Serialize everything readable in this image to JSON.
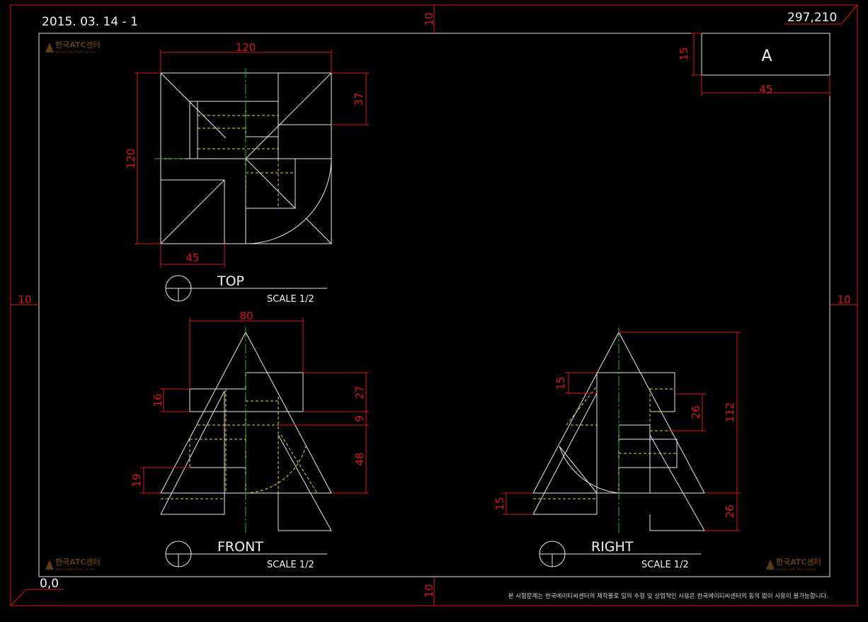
{
  "sheet": {
    "header_id": "2015. 03. 14 - 1",
    "size": "297,210",
    "origin": "0,0",
    "title_block_letter": "A",
    "copyright": "본 시험문제는 한국에이티씨센터의 제작물로 임의 수정 및 상업적인 사용은 한국에이티씨센터의 동의 없이 사용이 불가능합니다.",
    "logo_text": "한국ATC센터",
    "logo_sub": "Authorized Test Center"
  },
  "views": {
    "top": {
      "label": "TOP",
      "scale": "SCALE 1/2"
    },
    "front": {
      "label": "FRONT",
      "scale": "SCALE 1/2"
    },
    "right": {
      "label": "RIGHT",
      "scale": "SCALE 1/2"
    }
  },
  "dimensions": {
    "top_margin": "10",
    "bottom_margin": "10",
    "left_margin": "10",
    "right_margin": "10",
    "title_h": "15",
    "title_w": "45",
    "top_w": "120",
    "top_h": "120",
    "top_37": "37",
    "top_45": "45",
    "front_80": "80",
    "front_27": "27",
    "front_9": "9",
    "front_48": "48",
    "front_16": "16",
    "front_19": "19",
    "right_15a": "15",
    "right_26a": "26",
    "right_112": "112",
    "right_26b": "26",
    "right_15b": "15"
  },
  "colors": {
    "background": "#000000",
    "outline": "#e8e8e8",
    "dimension": "#d31a1a",
    "hidden": "#e2d84a",
    "centerline": "#1fbf1f"
  }
}
